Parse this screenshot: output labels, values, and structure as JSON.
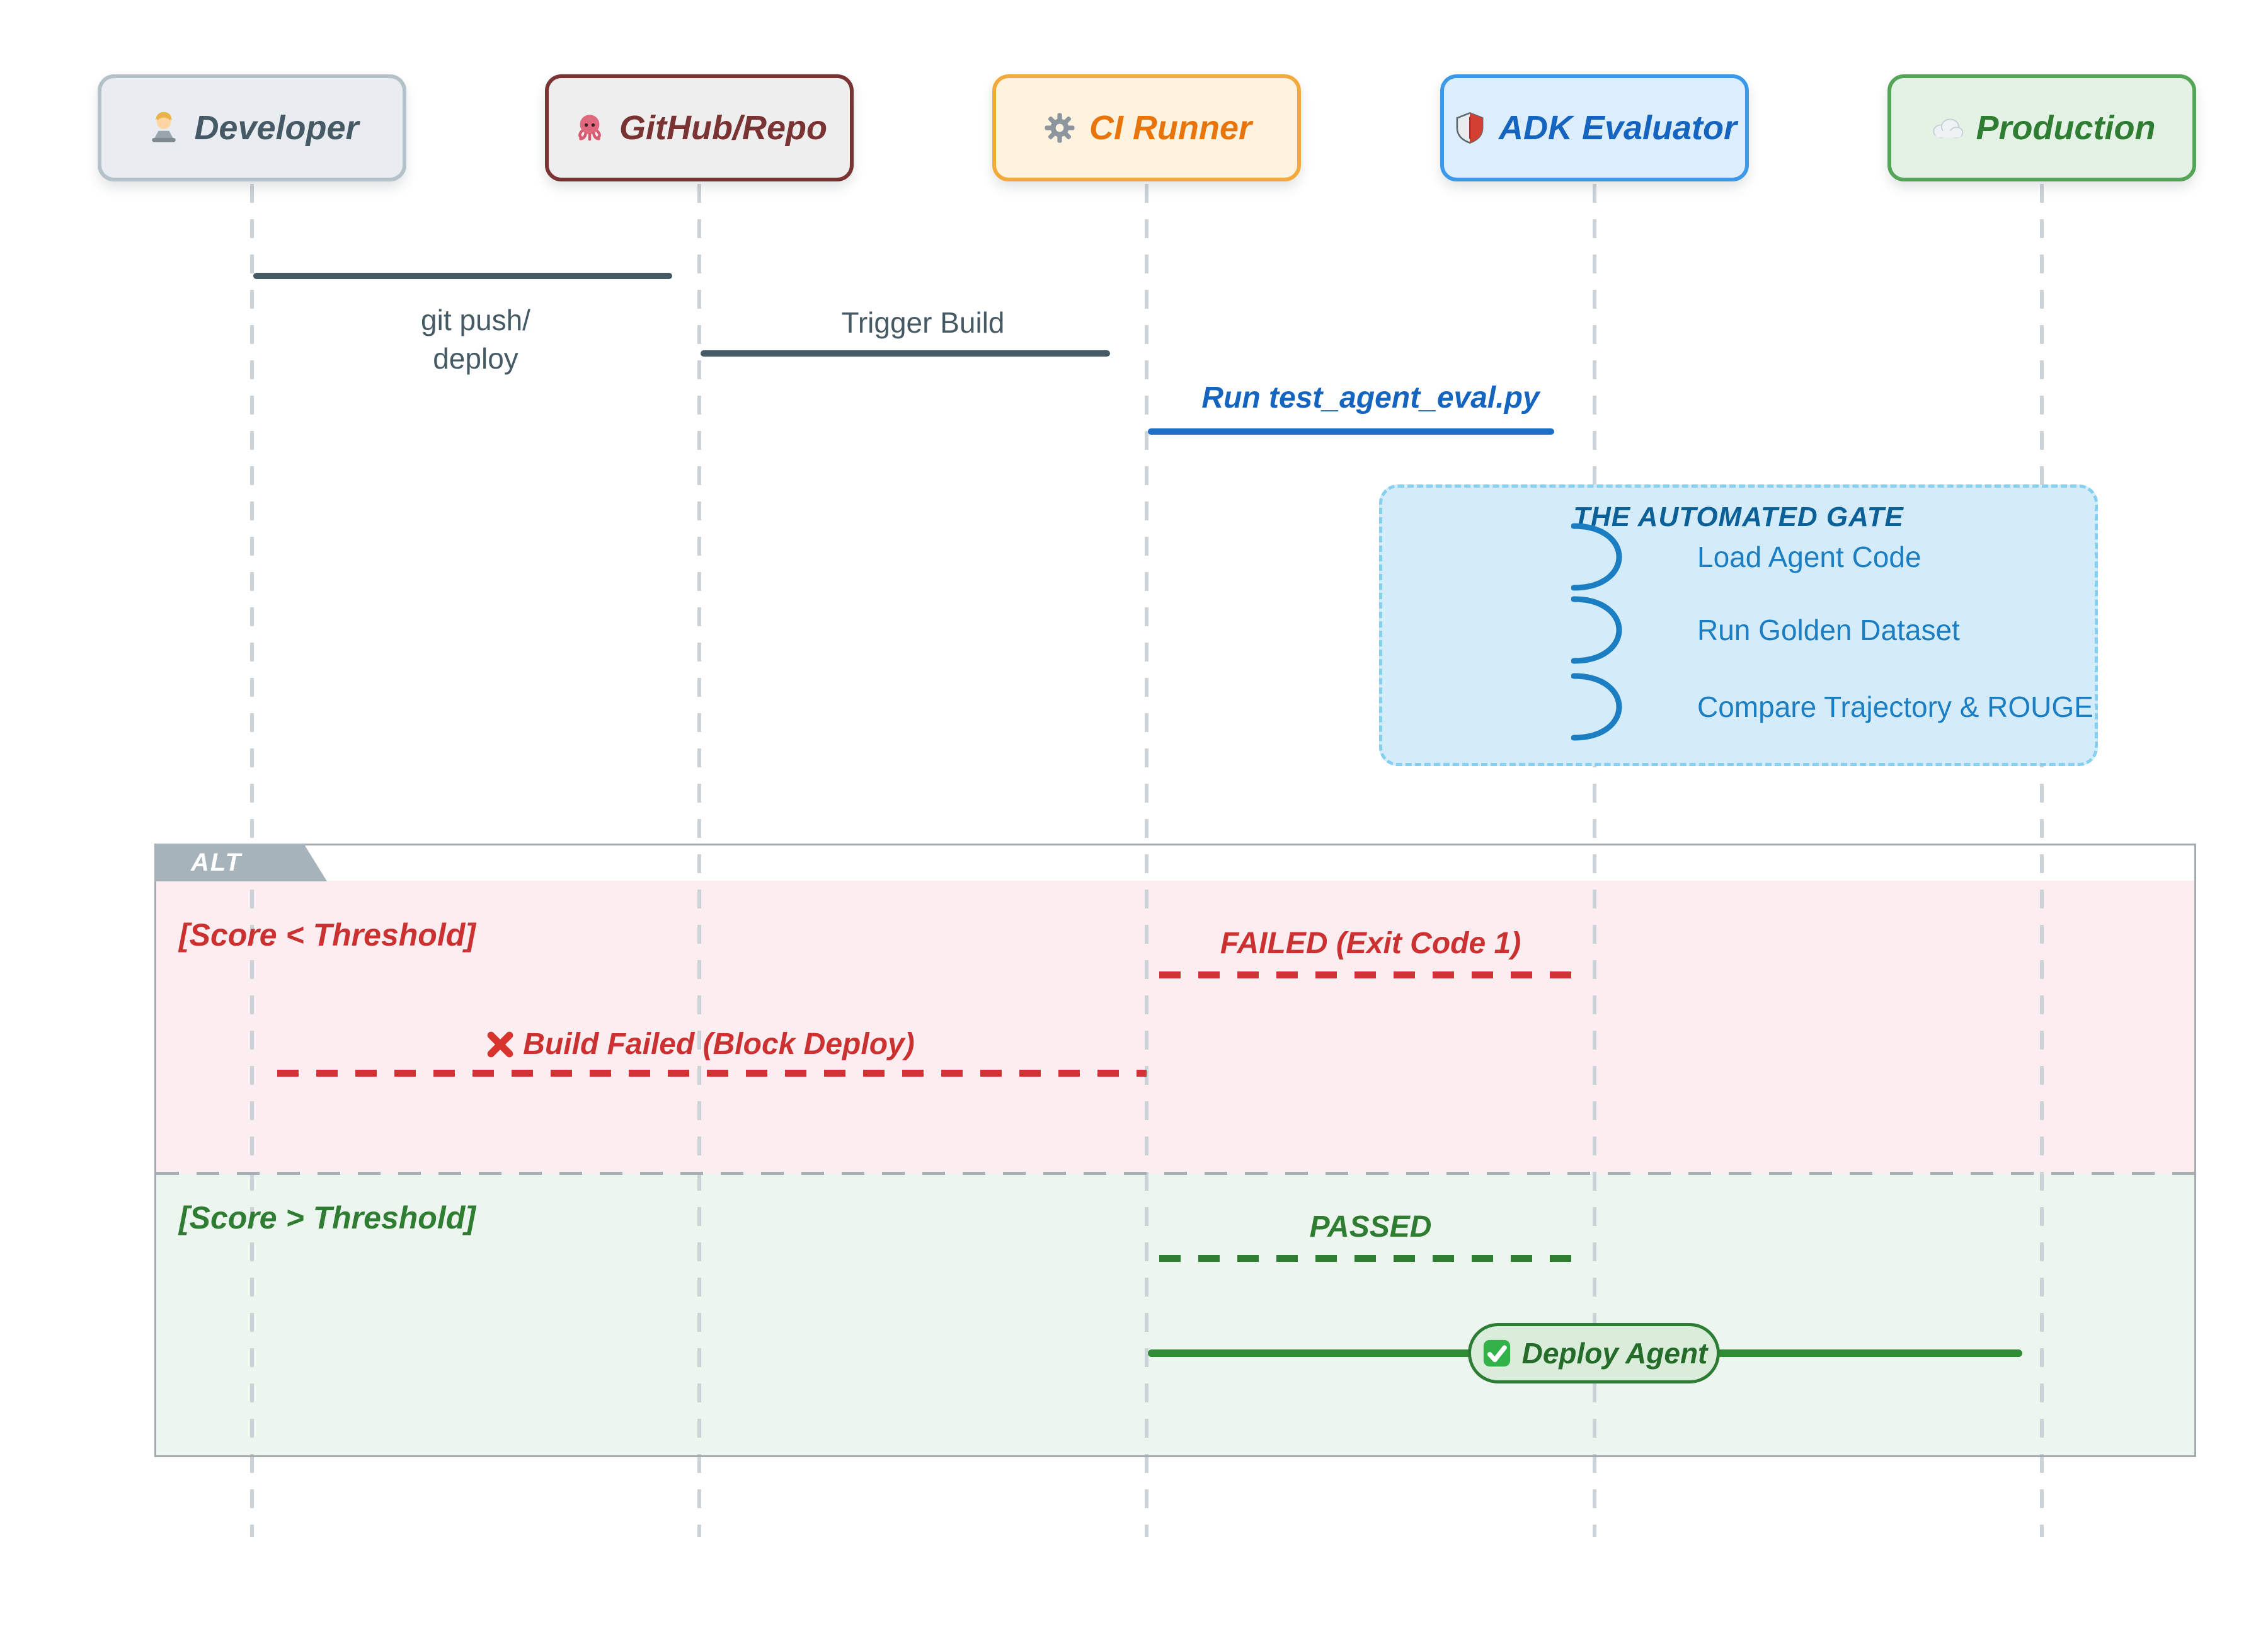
{
  "diagram": {
    "type": "sequence-diagram",
    "actors": [
      {
        "id": "developer",
        "label": "Developer",
        "icon": "developer-icon",
        "color": "#455a64",
        "bg": "#e9edf1",
        "border": "#b4c1c9"
      },
      {
        "id": "github",
        "label": "GitHub/Repo",
        "icon": "octopus-icon",
        "color": "#7a3333",
        "bg": "#efeeee",
        "border": "#7a3333"
      },
      {
        "id": "ci",
        "label": "CI Runner",
        "icon": "gear-icon",
        "color": "#e8750c",
        "bg": "#fdf3de",
        "border": "#f3aa3c"
      },
      {
        "id": "adk",
        "label": "ADK Evaluator",
        "icon": "shield-icon",
        "color": "#1565c0",
        "bg": "#dcedfc",
        "border": "#3c99ea"
      },
      {
        "id": "production",
        "label": "Production",
        "icon": "cloud-icon",
        "color": "#2e7d32",
        "bg": "#e4f2e5",
        "border": "#55a558"
      }
    ],
    "messages": [
      {
        "from": "developer",
        "to": "github",
        "label": "git push/\ndeploy",
        "style": "solid",
        "color": "#455a64"
      },
      {
        "from": "github",
        "to": "ci",
        "label": "Trigger Build",
        "style": "solid",
        "color": "#455a64"
      },
      {
        "from": "ci",
        "to": "adk",
        "label": "Run test_agent_eval.py",
        "style": "solid",
        "color": "#1565c0"
      }
    ],
    "gate": {
      "title": "THE AUTOMATED GATE",
      "title_color": "#0b6097",
      "step_color": "#1b7ec2",
      "bg": "#d4ecf9",
      "border": "#85cff0",
      "steps": [
        "Load Agent Code",
        "Run Golden Dataset",
        "Compare Trajectory & ROUGE"
      ]
    },
    "alt": {
      "label": "ALT",
      "tab_color": "#a7b3ba",
      "branches": [
        {
          "condition": "[Score < Threshold]",
          "color": "#cb3131",
          "bg": "#fceef0",
          "messages": [
            {
              "label": "FAILED (Exit Code 1)",
              "from": "adk",
              "to": "ci",
              "style": "dashed"
            },
            {
              "label": "Build Failed (Block Deploy)",
              "icon": "x-icon",
              "from": "ci",
              "to": "developer",
              "style": "dashed"
            }
          ]
        },
        {
          "condition": "[Score > Threshold]",
          "color": "#2e7d32",
          "bg": "#edf5ef",
          "messages": [
            {
              "label": "PASSED",
              "from": "adk",
              "to": "ci",
              "style": "dashed"
            },
            {
              "label": "Deploy Agent",
              "icon": "check-icon",
              "from": "ci",
              "to": "production",
              "style": "solid"
            }
          ]
        }
      ]
    }
  }
}
